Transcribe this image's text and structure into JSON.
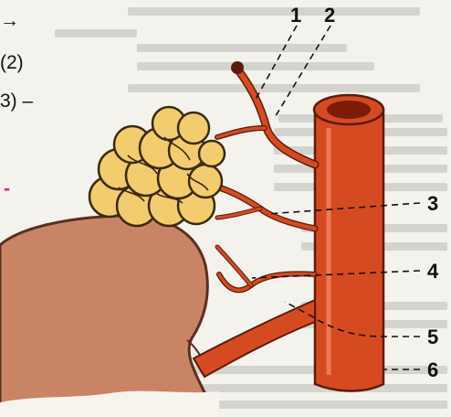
{
  "overlay": {
    "arrow": "→",
    "line2": "(2)",
    "line3": "3) –",
    "marker": "-"
  },
  "labels": [
    "1",
    "2",
    "3",
    "4",
    "5",
    "6"
  ],
  "colors": {
    "paper": "#f4f2ec",
    "gland": "#f3cc6e",
    "gland_outline": "#3a2a10",
    "kidney": "#c98466",
    "vessel": "#d64a22",
    "vessel_dark": "#a8300f",
    "accent": "#e0208a"
  }
}
